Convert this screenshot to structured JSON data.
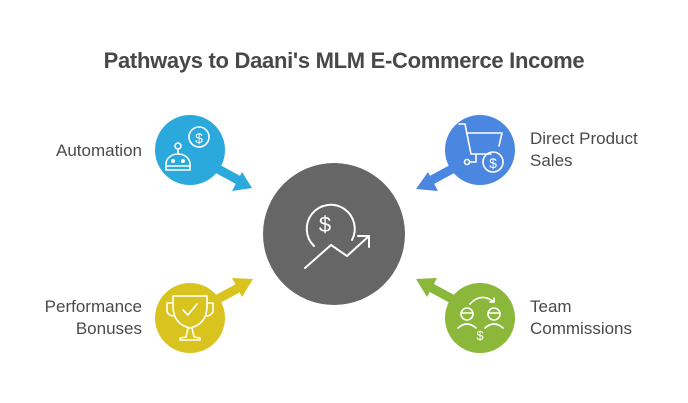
{
  "title": "Pathways to Daani's MLM E-Commerce Income",
  "center": {
    "icon": "dollar-growth-icon",
    "color": "#666666"
  },
  "nodes": [
    {
      "id": "automation",
      "label_lines": [
        "Automation"
      ],
      "icon": "robot-dollar-icon",
      "color": "#2ba8dc",
      "position": "top-left"
    },
    {
      "id": "direct-product-sales",
      "label_lines": [
        "Direct Product",
        "Sales"
      ],
      "icon": "cart-dollar-icon",
      "color": "#4b86e0",
      "position": "top-right"
    },
    {
      "id": "performance-bonuses",
      "label_lines": [
        "Performance",
        "Bonuses"
      ],
      "icon": "trophy-check-icon",
      "color": "#d9c41f",
      "position": "bottom-left"
    },
    {
      "id": "team-commissions",
      "label_lines": [
        "Team",
        "Commissions"
      ],
      "icon": "people-exchange-icon",
      "color": "#8bb83a",
      "position": "bottom-right"
    }
  ]
}
